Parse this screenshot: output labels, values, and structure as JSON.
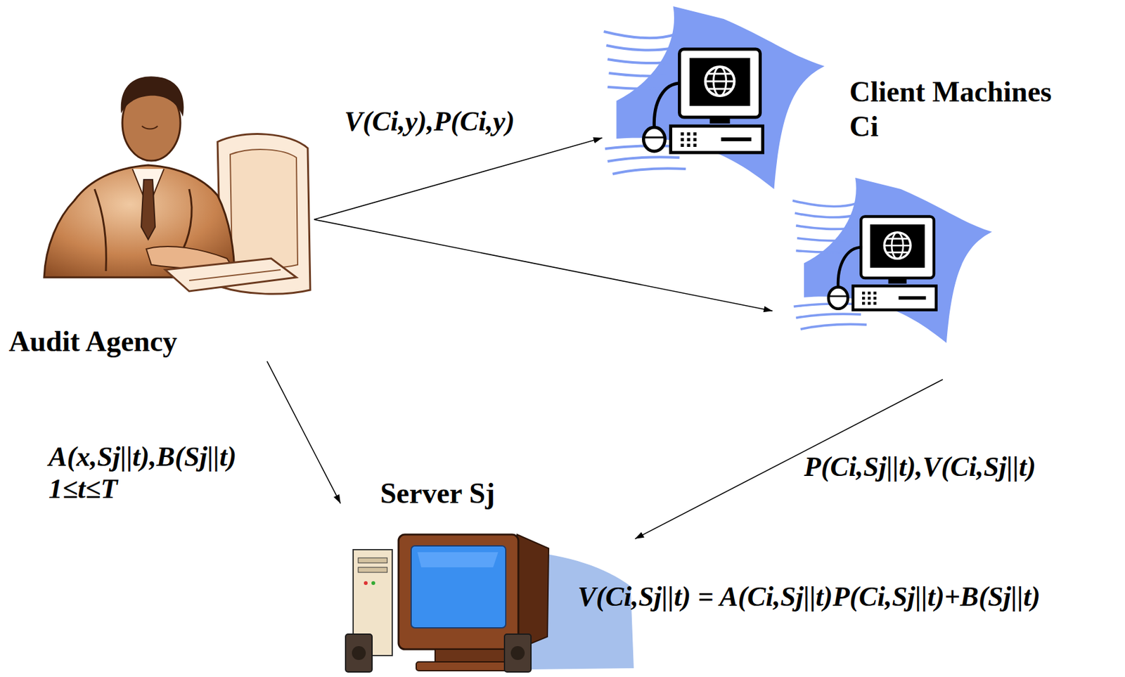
{
  "diagram": {
    "nodes": [
      {
        "text": [
          "Audit Agency"
        ]
      },
      {
        "text": [
          "Client Machines Ci"
        ]
      },
      {
        "text": []
      },
      {
        "text": [
          "Server Sj"
        ]
      }
    ],
    "edges": [
      {
        "from": 0,
        "to": 1,
        "arrow": "to",
        "label": "V(Ci,y),P(Ci,y)"
      },
      {
        "from": 0,
        "to": 2,
        "arrow": "to"
      },
      {
        "from": 0,
        "to": 3,
        "arrow": "to",
        "label": "A(x,Sj||t),B(Sj||t) 1≤t≤T"
      },
      {
        "from": 2,
        "to": 3,
        "arrow": "to",
        "label": "P(Ci,Sj||t),V(Ci,Sj||t)"
      }
    ],
    "labels": [
      "V(Ci,Sj||t) = A(Ci,Sj||t)P(Ci,Sj||t)+B(Sj||t)"
    ]
  }
}
